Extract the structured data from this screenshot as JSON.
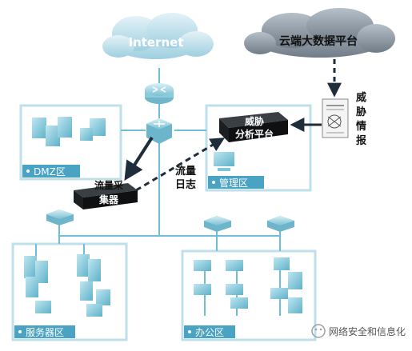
{
  "clouds": {
    "internet": "Internet",
    "big_data_platform": "云端大数据平台"
  },
  "zones": {
    "dmz": "DMZ区",
    "management": "管理区",
    "server": "服务器区",
    "office": "办公区"
  },
  "devices": {
    "threat_analysis_platform": [
      "威胁",
      "分析平台"
    ],
    "traffic_collector": [
      "流量采",
      "集器"
    ]
  },
  "flow_labels": {
    "traffic_log": [
      "流量",
      "日志"
    ],
    "threat_intel": [
      "威",
      "胁",
      "情",
      "报"
    ]
  },
  "watermark": {
    "text": "网络安全和信息化"
  },
  "colors": {
    "cloud_light": "#c9e3ee",
    "cloud_dark": "#8e9aa6",
    "zone_border": "#bfe0ea",
    "zone_label_bg": "#4aa3c3",
    "device_teal": "#7fc3d6",
    "line_teal": "#6cbfd4",
    "arrow_dark": "#1f2d3a",
    "text_dark": "#111111"
  }
}
